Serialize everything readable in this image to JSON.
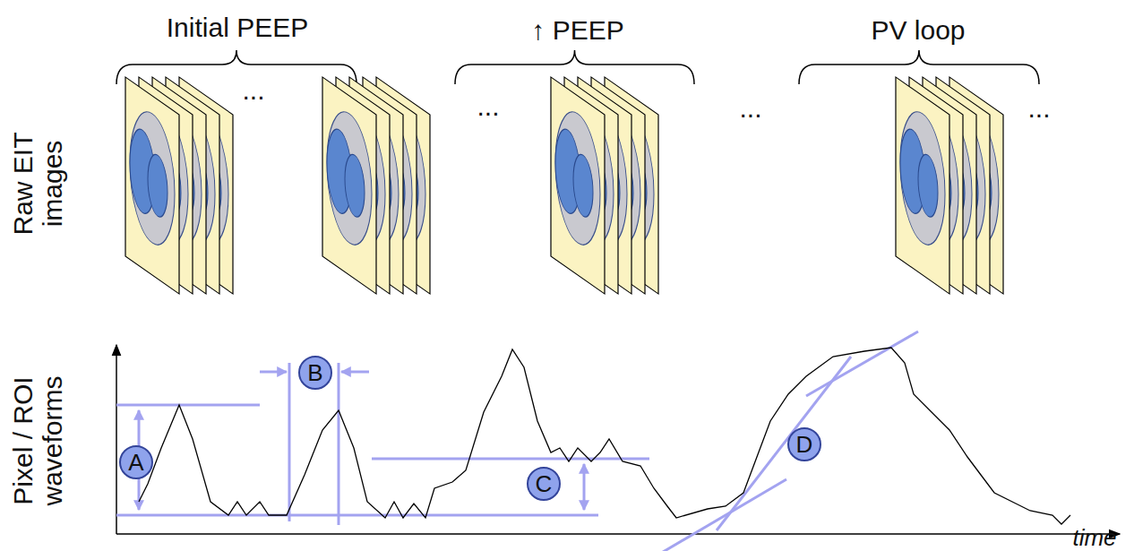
{
  "diagram": {
    "nodes": [
      {
        "text": [
          "A"
        ]
      },
      {
        "text": [
          "B"
        ]
      },
      {
        "text": [
          "C"
        ]
      },
      {
        "text": [
          "D"
        ]
      }
    ],
    "labels": [
      "Initial PEEP",
      "↑ PEEP",
      "PV loop",
      "Raw EIT images",
      "Pixel / ROI waveforms",
      "time",
      "...",
      "...",
      "...",
      "..."
    ]
  }
}
